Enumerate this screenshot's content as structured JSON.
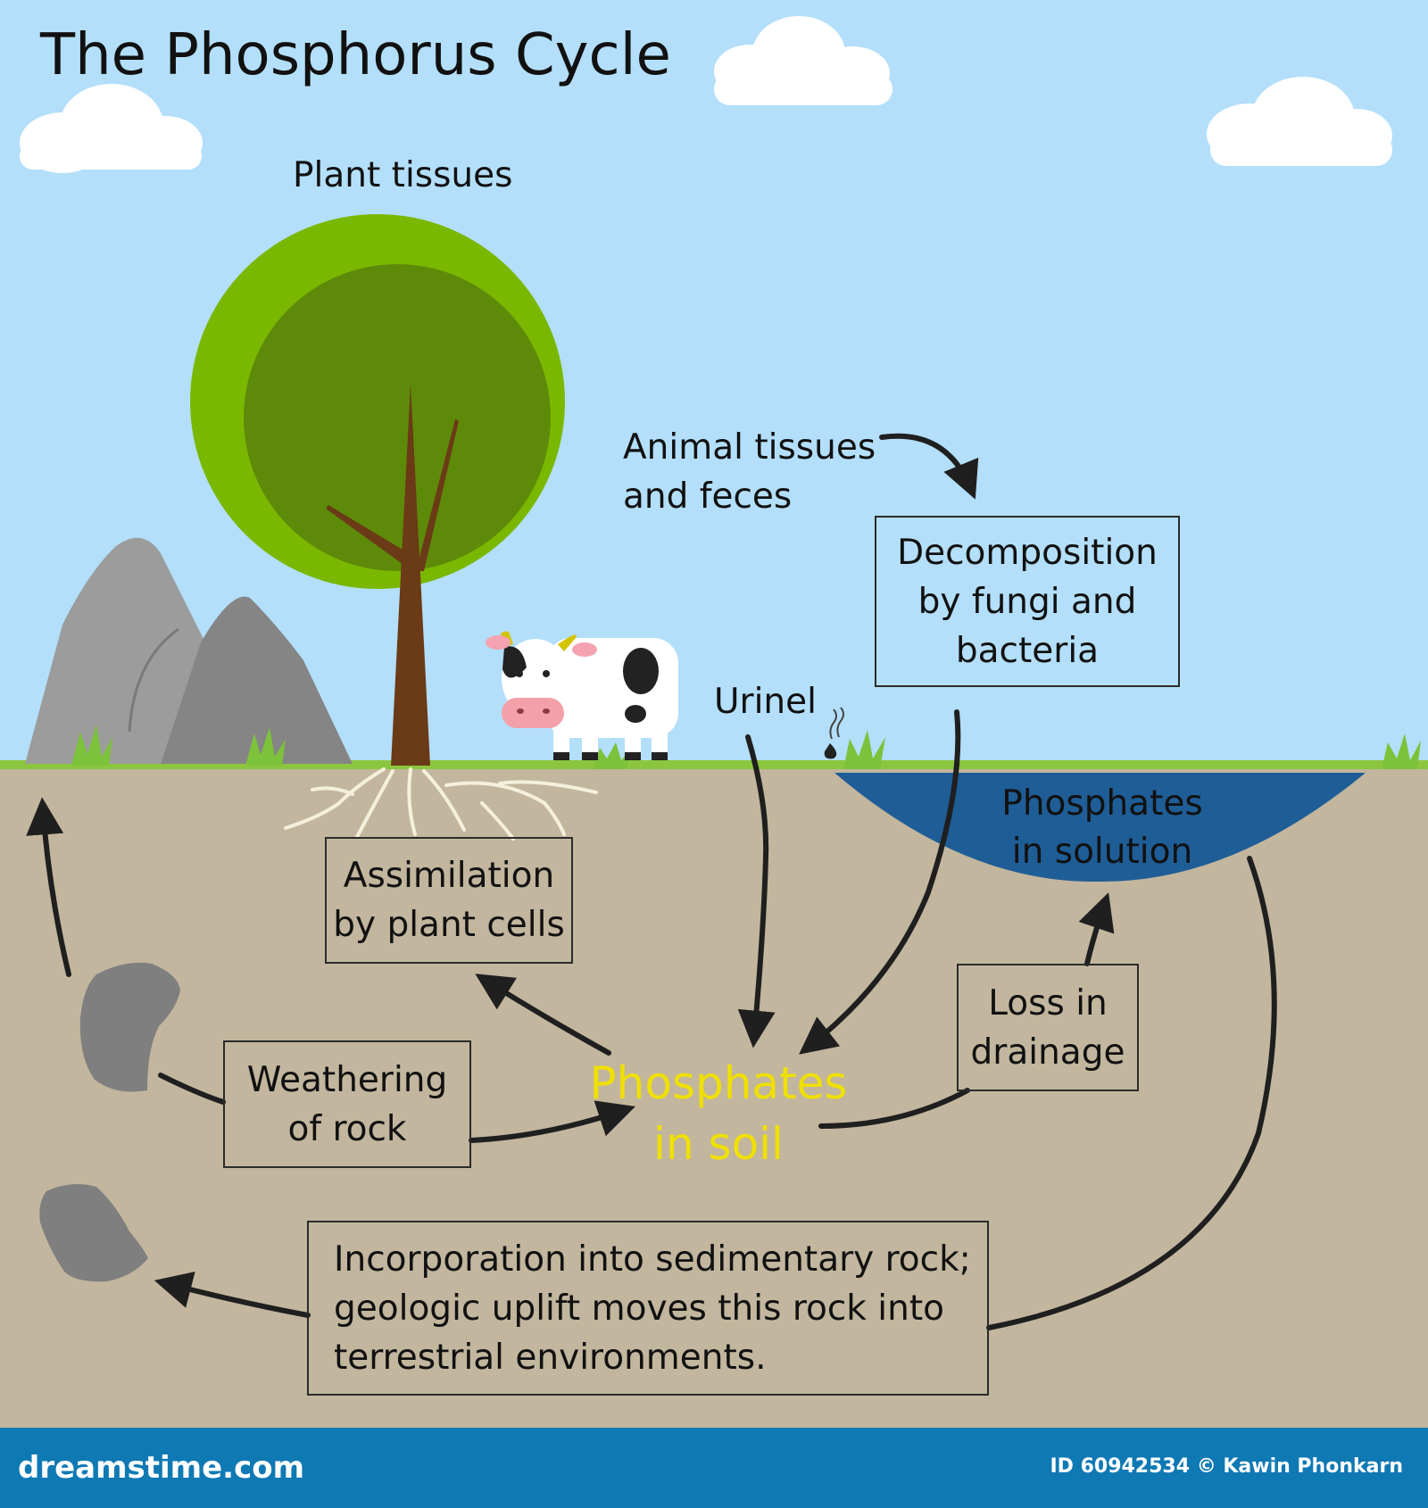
{
  "title": "The Phosphorus Cycle",
  "labels": {
    "plant_tissues": "Plant tissues",
    "animal_tissues": "Animal tissues\nand feces",
    "urine": "Urinel",
    "phosphates_soil": "Phosphates\nin soil",
    "phosphates_solution": "Phosphates\nin solution"
  },
  "boxes": {
    "decomposition": "Decomposition\nby fungi and\nbacteria",
    "assimilation": "Assimilation\nby plant cells",
    "weathering": "Weathering\nof rock",
    "loss_drainage": "Loss in\ndrainage",
    "incorporation": "Incorporation into sedimentary rock;\ngeologic uplift moves this rock into\nterrestrial environments."
  },
  "colors": {
    "sky": "#b3dffa",
    "soil": "#c2b69e",
    "grass": "#8cc63f",
    "tree_outer": "#7ab800",
    "tree_inner": "#5e8a0a",
    "trunk": "#6b3a16",
    "rock": "#8a8a8a",
    "water": "#1f5d96",
    "soil_label": "#f0e000",
    "footer": "#0f79b4"
  },
  "footer": {
    "brand": "dreamstime.com",
    "credit": "ID 60942534 © Kawin Phonkarn"
  }
}
